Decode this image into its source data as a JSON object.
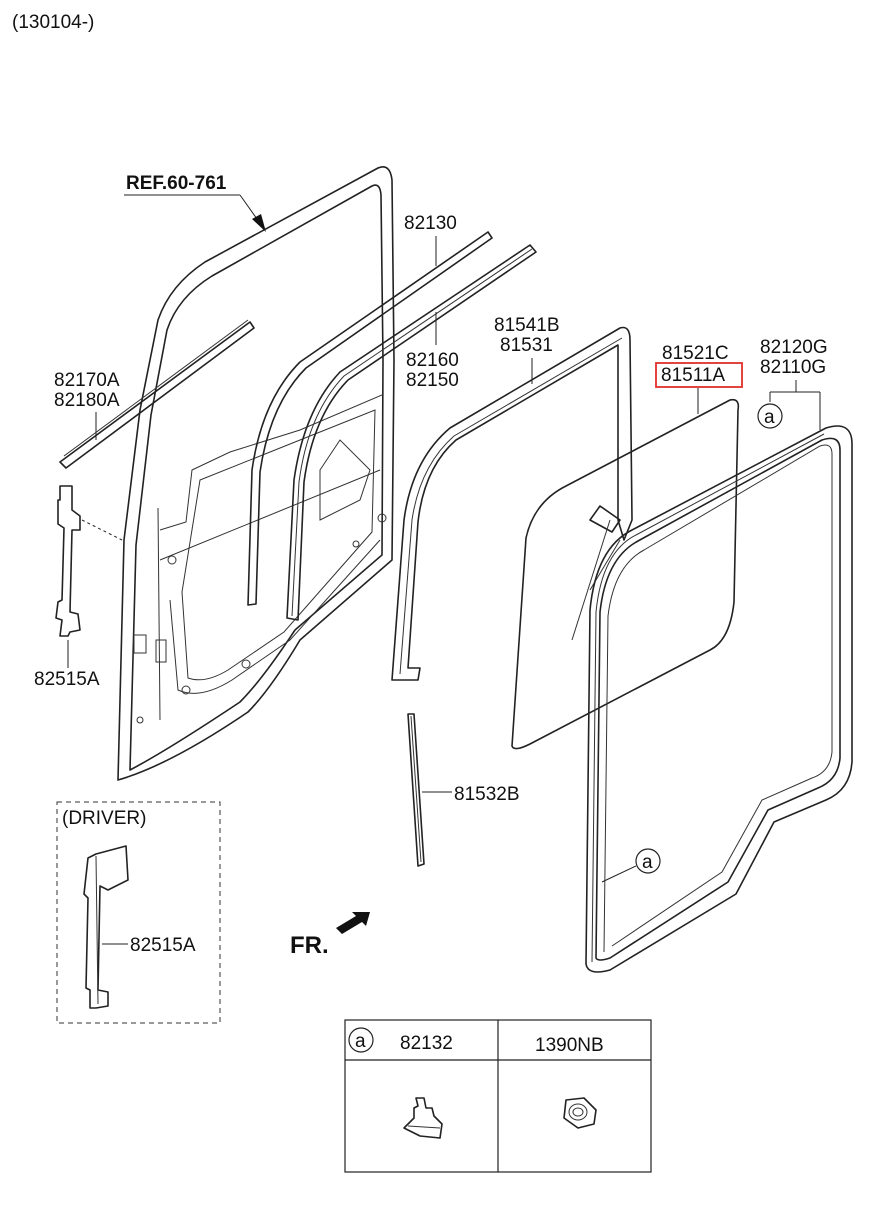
{
  "header": {
    "serial_range": "(130104-)"
  },
  "reference": {
    "label": "REF.60-761"
  },
  "part_labels": {
    "p82130": "82130",
    "p82160": "82160",
    "p82150": "82150",
    "p81541B": "81541B",
    "p81531": "81531",
    "p81521C": "81521C",
    "p81511A": "81511A",
    "p82120G": "82120G",
    "p82110G": "82110G",
    "p82170A": "82170A",
    "p82180A": "82180A",
    "p82515A": "82515A",
    "p81532B": "81532B",
    "p82515A_driver": "82515A"
  },
  "callouts": {
    "a_marker": "a"
  },
  "driver_box": {
    "title": "(DRIVER)"
  },
  "direction": {
    "label": "FR."
  },
  "highlighted_part": "81511A",
  "highlight_color": "#e0302a",
  "legend_table": {
    "col1": {
      "marker": "a",
      "part": "82132",
      "icon": "clip-icon"
    },
    "col2": {
      "part": "1390NB",
      "icon": "grommet-icon"
    }
  }
}
